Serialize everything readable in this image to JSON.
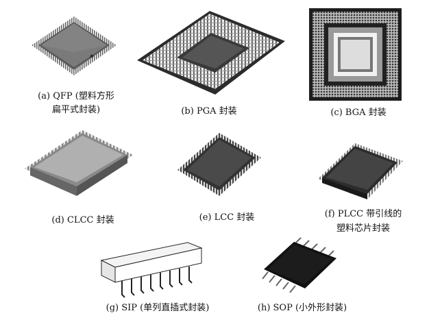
{
  "figure": {
    "captions": {
      "a_line1": "(a) QFP (塑料方形",
      "a_line2": "扁平式封装)",
      "b": "(b) PGA 封装",
      "c": "(c) BGA 封装",
      "d": "(d) CLCC 封装",
      "e": "(e) LCC 封装",
      "f_line1": "(f) PLCC 带引线的",
      "f_line2": "塑料芯片封装",
      "g": "(g) SIP (单列直插式封装)",
      "h": "(h) SOP (小外形封装)"
    },
    "image_names": [
      "qfp-package-image",
      "pga-package-image",
      "bga-package-image",
      "clcc-package-image",
      "lcc-package-image",
      "plcc-package-image",
      "sip-package-image",
      "sop-package-image"
    ]
  }
}
